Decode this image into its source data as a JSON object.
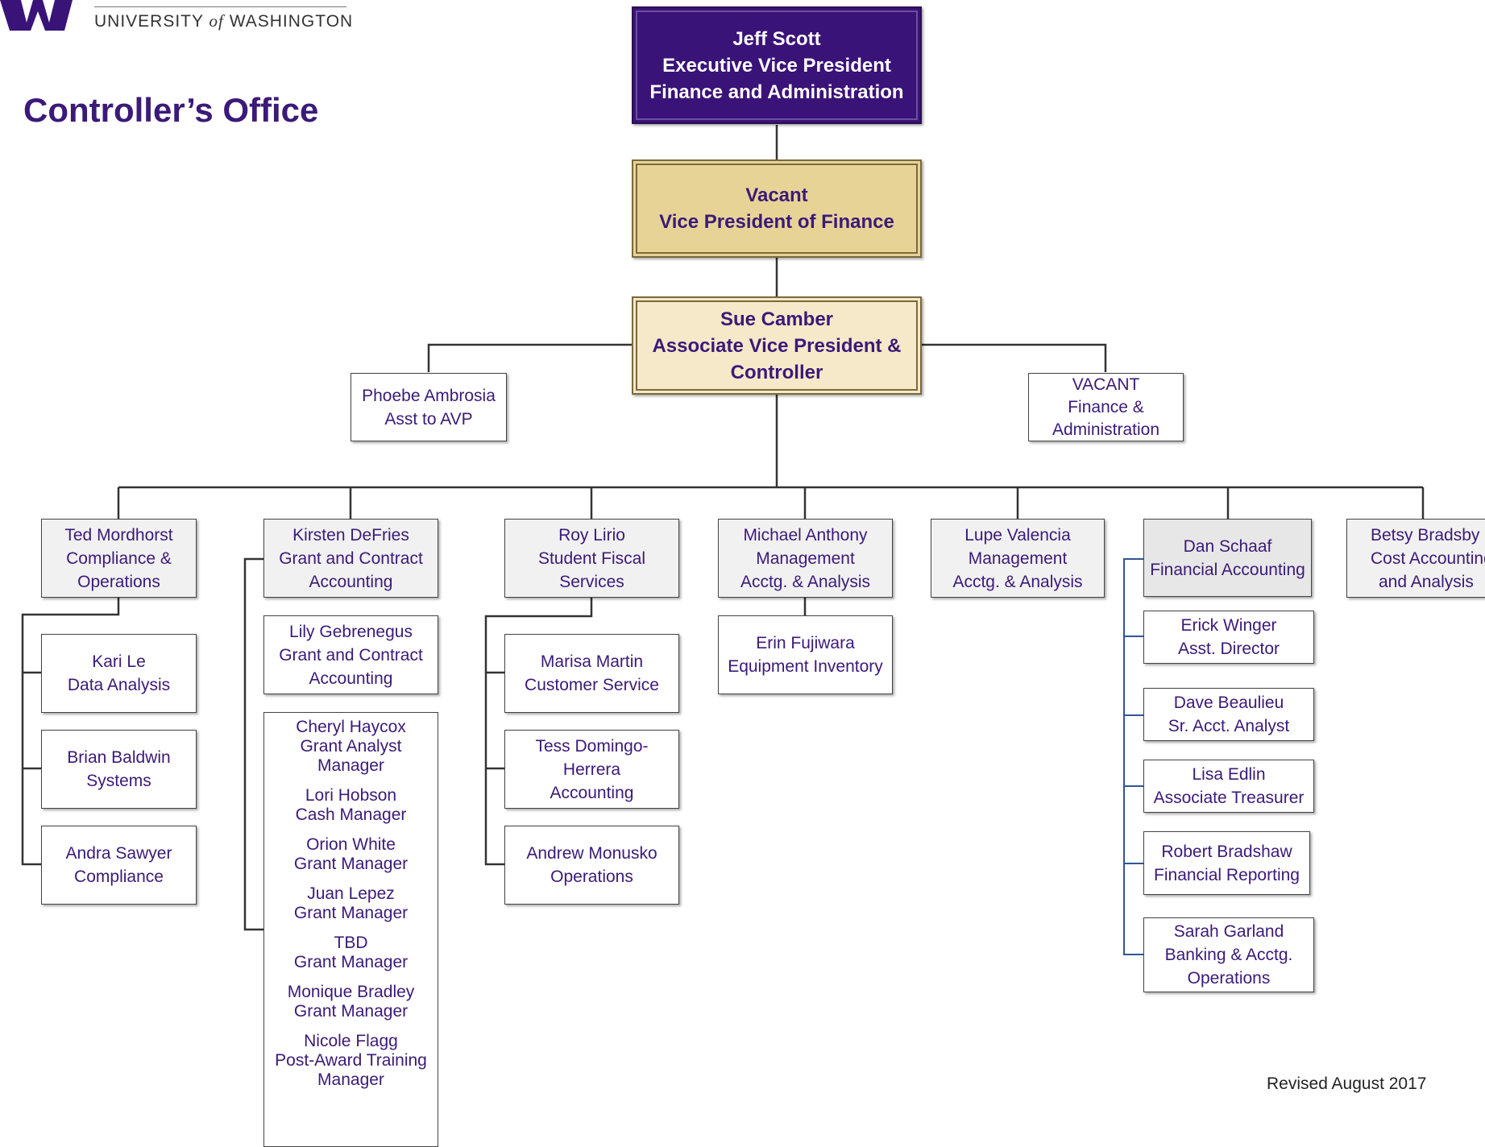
{
  "header": {
    "logo_university": "UNIVERSITY",
    "logo_of": "of",
    "logo_washington": "WASHINGTON",
    "title": "Controller’s Office"
  },
  "footer": {
    "revised": "Revised August 2017"
  },
  "colors": {
    "uw_purple": "#3a1378",
    "gold": "#e8d397",
    "cream": "#f6e9c9",
    "grey_box": "#f1f1f1",
    "text_purple": "#3b1a78"
  },
  "org": {
    "executive": {
      "name": "Jeff Scott",
      "title1": "Executive Vice President",
      "title2": "Finance and Administration"
    },
    "vp": {
      "name": "Vacant",
      "title": "Vice President of Finance"
    },
    "avp": {
      "name": "Sue Camber",
      "title1": "Associate Vice President &",
      "title2": "Controller"
    },
    "assistant": {
      "name": "Phoebe Ambrosia",
      "title": "Asst to AVP"
    },
    "vacant_fa": {
      "line1": "VACANT",
      "line2": "Finance &",
      "line3": "Administration"
    },
    "departments": [
      {
        "l1": "Ted Mordhorst",
        "l2": "Compliance &",
        "l3": "Operations"
      },
      {
        "l1": "Kirsten DeFries",
        "l2": "Grant and Contract",
        "l3": "Accounting"
      },
      {
        "l1": "Roy Lirio",
        "l2": "Student Fiscal",
        "l3": "Services"
      },
      {
        "l1": "Michael Anthony",
        "l2": "Management",
        "l3": "Acctg. & Analysis"
      },
      {
        "l1": "Lupe Valencia",
        "l2": "Management",
        "l3": "Acctg. & Analysis"
      },
      {
        "l1": "Dan Schaaf",
        "l2": "Financial Accounting"
      },
      {
        "l1": "Betsy Bradsby",
        "l2": "Cost Accounting",
        "l3": "and Analysis"
      }
    ],
    "compliance_staff": [
      {
        "l1": "Kari Le",
        "l2": "Data Analysis"
      },
      {
        "l1": "Brian Baldwin",
        "l2": "Systems"
      },
      {
        "l1": "Andra Sawyer",
        "l2": "Compliance"
      }
    ],
    "grant_lead": {
      "l1": "Lily Gebrenegus",
      "l2": "Grant and Contract",
      "l3": "Accounting"
    },
    "grant_staff": [
      {
        "l1": "Cheryl Haycox",
        "l2": "Grant Analyst",
        "l3": "Manager"
      },
      {
        "l1": "Lori Hobson",
        "l2": "Cash Manager"
      },
      {
        "l1": "Orion White",
        "l2": "Grant Manager"
      },
      {
        "l1": "Juan Lepez",
        "l2": "Grant Manager"
      },
      {
        "l1": "TBD",
        "l2": "Grant Manager"
      },
      {
        "l1": "Monique Bradley",
        "l2": "Grant Manager"
      },
      {
        "l1": "Nicole Flagg",
        "l2": "Post-Award Training",
        "l3": "Manager"
      }
    ],
    "student_staff": [
      {
        "l1": "Marisa Martin",
        "l2": "Customer Service"
      },
      {
        "l1": "Tess Domingo-",
        "l2": "Herrera",
        "l3": "Accounting"
      },
      {
        "l1": "Andrew Monusko",
        "l2": "Operations"
      }
    ],
    "management_staff": [
      {
        "l1": "Erin Fujiwara",
        "l2": "Equipment Inventory"
      }
    ],
    "financial_staff": [
      {
        "l1": "Erick Winger",
        "l2": "Asst. Director"
      },
      {
        "l1": "Dave Beaulieu",
        "l2": "Sr. Acct. Analyst"
      },
      {
        "l1": "Lisa Edlin",
        "l2": "Associate Treasurer"
      },
      {
        "l1": "Robert Bradshaw",
        "l2": "Financial Reporting"
      },
      {
        "l1": "Sarah Garland",
        "l2": "Banking & Acctg.",
        "l3": "Operations"
      }
    ]
  }
}
